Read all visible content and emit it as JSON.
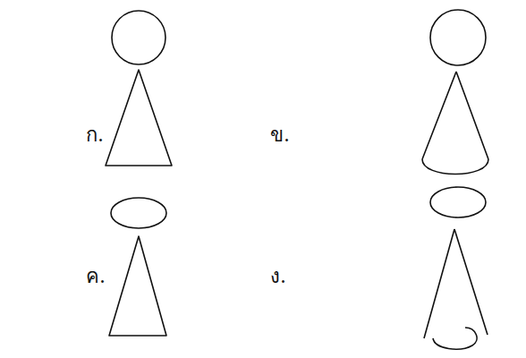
{
  "diagram": {
    "labels": [
      "ก.",
      "ข.",
      "ค.",
      "ง."
    ]
  }
}
